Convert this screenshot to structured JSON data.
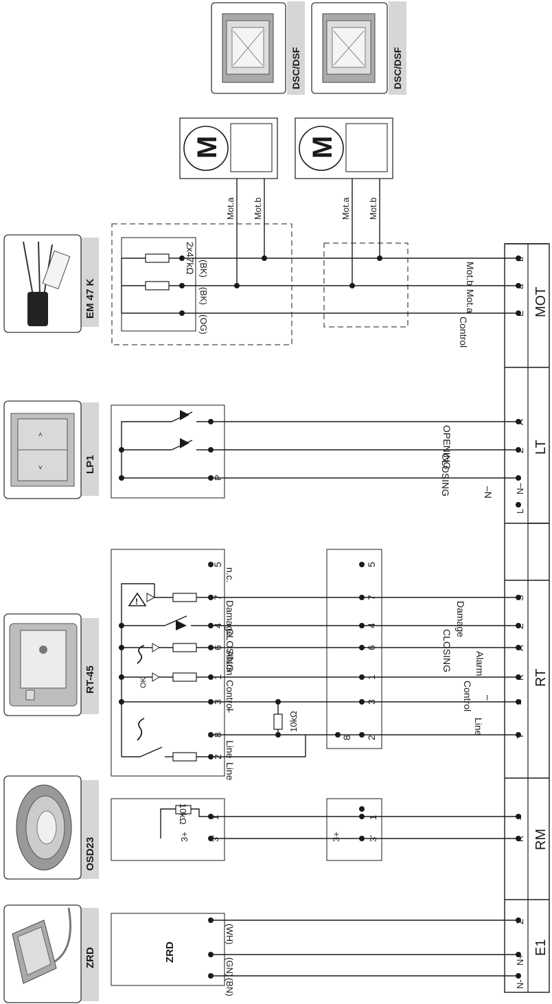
{
  "devices": [
    {
      "name": "ZRD",
      "icon": "rain-sensor-photo"
    },
    {
      "name": "OSD23",
      "icon": "smoke-detector-photo"
    },
    {
      "name": "RT-45",
      "icon": "control-button-photo"
    },
    {
      "name": "LP1",
      "icon": "wall-switch-photo"
    },
    {
      "name": "EM 47 K",
      "icon": "end-module-photo"
    },
    {
      "name": "DSC/DSF",
      "icon": "window-drive-photo"
    },
    {
      "name": "DSC/DSF",
      "icon": "window-drive-photo"
    }
  ],
  "zrd": {
    "title": "ZRD",
    "wires": [
      "(BN)",
      "(GN)",
      "(WH)"
    ]
  },
  "osd": {
    "resistor": "10kΩ",
    "top_pins": [
      "3'",
      "1"
    ],
    "top_pin_a": "3+",
    "bottom_pins": [
      "3+",
      "3'",
      "1"
    ]
  },
  "rt": {
    "top_pins": [
      "2",
      "8",
      "3",
      "1",
      "6",
      "4",
      "7",
      "5"
    ],
    "top_labels": [
      "Line",
      "Line",
      "–",
      "Control",
      "Alarm",
      "CLOSING",
      "Damage",
      "n.c."
    ],
    "resistor": "10kΩ",
    "ok": "OK",
    "bottom_pins": [
      "8",
      "2",
      "3",
      "1",
      "6",
      "4",
      "7",
      "5"
    ]
  },
  "lp1": {
    "p": "P"
  },
  "em": {
    "resistor": "2x47kΩ",
    "wires": [
      "(OG)",
      "(BK)",
      "(BK)"
    ]
  },
  "motor": {
    "symbol": "M",
    "wire_a": "Mot.a",
    "wire_b": "Mot.b"
  },
  "terminal": {
    "labels": [
      "N-",
      "N+",
      "Z",
      "R",
      "–",
      "T",
      "–",
      "K",
      "A",
      "Z",
      "S",
      "L",
      "N–",
      "Z",
      "A",
      "E",
      "a",
      "b"
    ],
    "groups": [
      "E1",
      "RM",
      "RT",
      "LT",
      "MOT"
    ],
    "lines": [
      "Line",
      "–",
      "Control",
      "Alarm",
      "CLOSING",
      "Damage",
      "–N",
      "CLOSING",
      "OPENING",
      "Control",
      "Mot.a",
      "Mot.b"
    ]
  }
}
